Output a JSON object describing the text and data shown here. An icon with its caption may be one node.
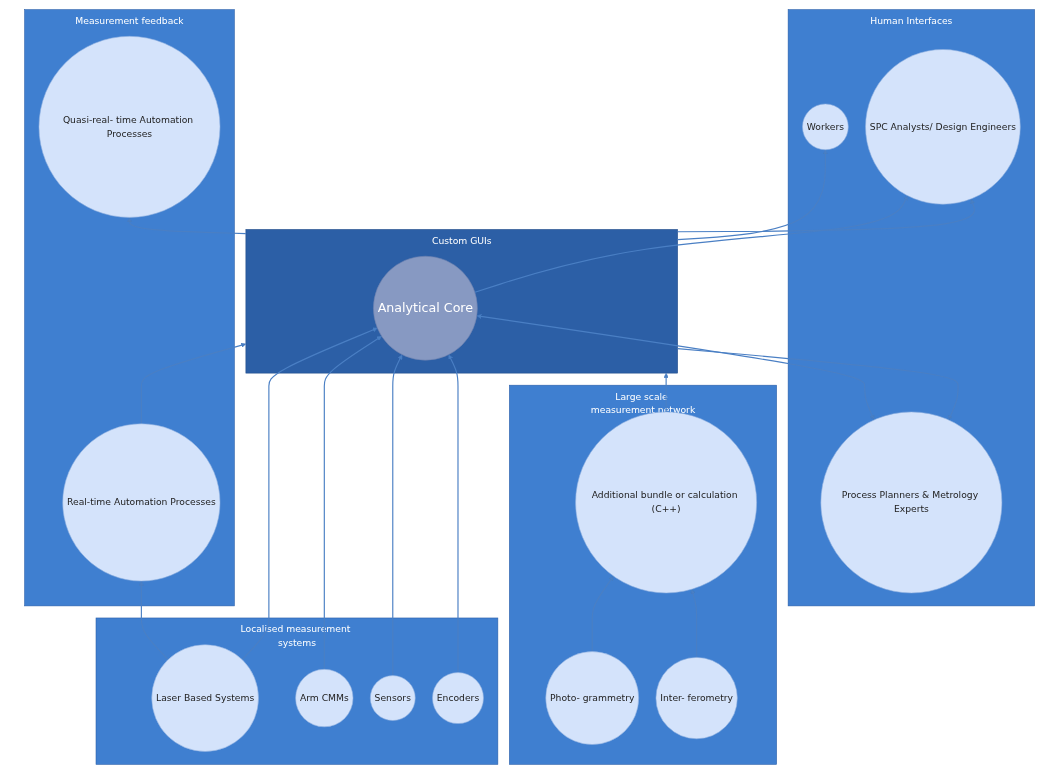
{
  "diagram": {
    "nodes": [
      {
        "text": [
          "Human Interfaces"
        ]
      },
      {
        "text": [
          "Process Planners & Metrology Experts"
        ],
        "in": 0
      },
      {
        "text": [
          "Workers"
        ],
        "in": 0
      },
      {
        "text": [
          "SPC Analysts/ Design Engineers"
        ],
        "in": 0
      },
      {
        "text": [
          "Measurement feedback"
        ]
      },
      {
        "text": [
          "Quasi-real- time Automation Processes"
        ],
        "in": 4
      },
      {
        "text": [
          "Real-time Automation Processes"
        ],
        "in": 4
      },
      {
        "text": [
          "Custom GUIs"
        ]
      },
      {
        "text": [
          "Analytical Core"
        ],
        "in": 7
      },
      {
        "text": [
          "Large scale measurement network"
        ]
      },
      {
        "text": [
          "Additional bundle or calculation (C++)"
        ],
        "in": 9
      },
      {
        "text": [
          "Photo- grammetry"
        ],
        "in": 9
      },
      {
        "text": [
          "Inter- ferometry"
        ],
        "in": 9
      },
      {
        "text": [
          "Localised measurement systems"
        ]
      },
      {
        "text": [
          "Laser Based Systems"
        ],
        "in": 13
      },
      {
        "text": [
          "Arm CMMs"
        ],
        "in": 13
      },
      {
        "text": [
          "Sensors"
        ],
        "in": 13
      },
      {
        "text": [
          "Encoders"
        ],
        "in": 13
      }
    ],
    "edges": [
      {
        "from": 7,
        "to": 1,
        "arrow": "to"
      },
      {
        "from": 1,
        "to": 8,
        "arrow": "both"
      },
      {
        "from": 7,
        "to": 2,
        "arrow": "to"
      },
      {
        "from": 7,
        "to": 3,
        "arrow": "to"
      },
      {
        "from": 8,
        "to": 3,
        "arrow": "to"
      },
      {
        "from": 7,
        "to": 5,
        "arrow": "to"
      },
      {
        "from": 6,
        "to": 7,
        "arrow": "to"
      },
      {
        "from": 10,
        "to": 7,
        "arrow": "to"
      },
      {
        "from": 11,
        "to": 10,
        "arrow": "to"
      },
      {
        "from": 12,
        "to": 10,
        "arrow": "to"
      },
      {
        "from": 14,
        "to": 6,
        "arrow": "to"
      },
      {
        "from": 14,
        "to": 8,
        "arrow": "to"
      },
      {
        "from": 15,
        "to": 8,
        "arrow": "to"
      },
      {
        "from": 16,
        "to": 8,
        "arrow": "to"
      },
      {
        "from": 17,
        "to": 8,
        "arrow": "to"
      }
    ]
  }
}
